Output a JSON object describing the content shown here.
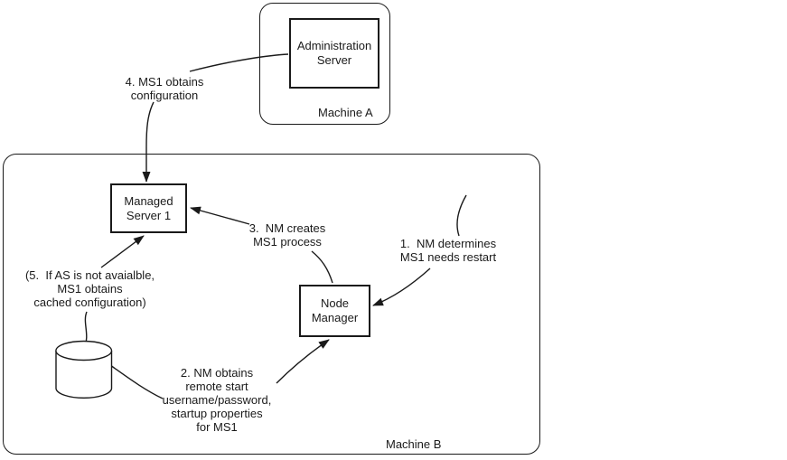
{
  "machine_a": {
    "label": "Machine A",
    "admin_server_label": "Administration\nServer"
  },
  "machine_b": {
    "label": "Machine B",
    "managed_server_label": "Managed\nServer 1",
    "node_manager_label": "Node\nManager"
  },
  "annotations": {
    "step1": "1.  NM determines\nMS1 needs restart",
    "step2": "2. NM obtains\nremote start\nusername/password,\nstartup properties\nfor MS1",
    "step3": "3.  NM creates\nMS1 process",
    "step4": "4. MS1 obtains\nconfiguration",
    "step5": "(5.  If AS is not avaialble,\nMS1 obtains\ncached configuration)"
  },
  "icons": {
    "datastore": "cylinder-datastore"
  },
  "colors": {
    "stroke": "#1a1a1a",
    "background": "#ffffff"
  }
}
